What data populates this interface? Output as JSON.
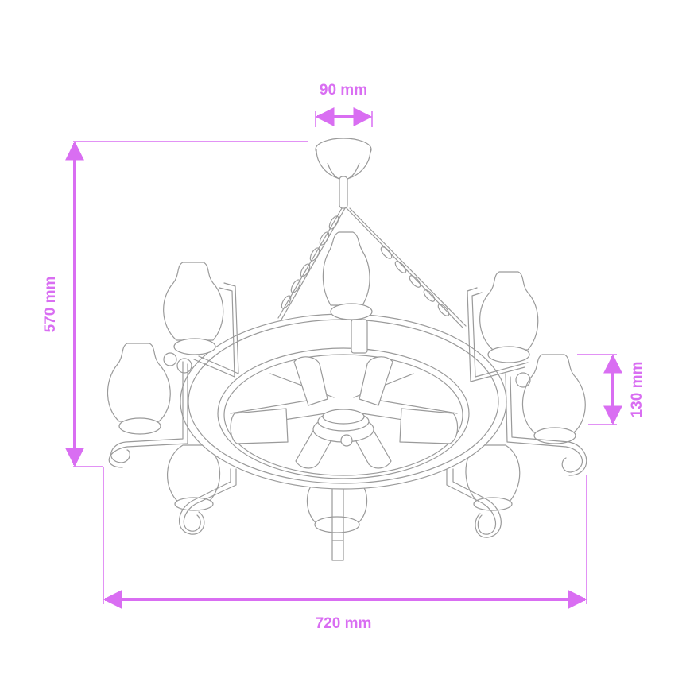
{
  "drawing": {
    "subject": "chandelier-wheel-line-drawing",
    "line_color": "#9a9a9a",
    "dimension_color": "#d96ef2",
    "background": "#ffffff"
  },
  "dimensions": {
    "canopy_width": {
      "label": "90 mm",
      "value": 90,
      "unit": "mm"
    },
    "total_height": {
      "label": "570 mm",
      "value": 570,
      "unit": "mm"
    },
    "shade_height": {
      "label": "130 mm",
      "value": 130,
      "unit": "mm"
    },
    "total_width": {
      "label": "720 mm",
      "value": 720,
      "unit": "mm"
    }
  }
}
